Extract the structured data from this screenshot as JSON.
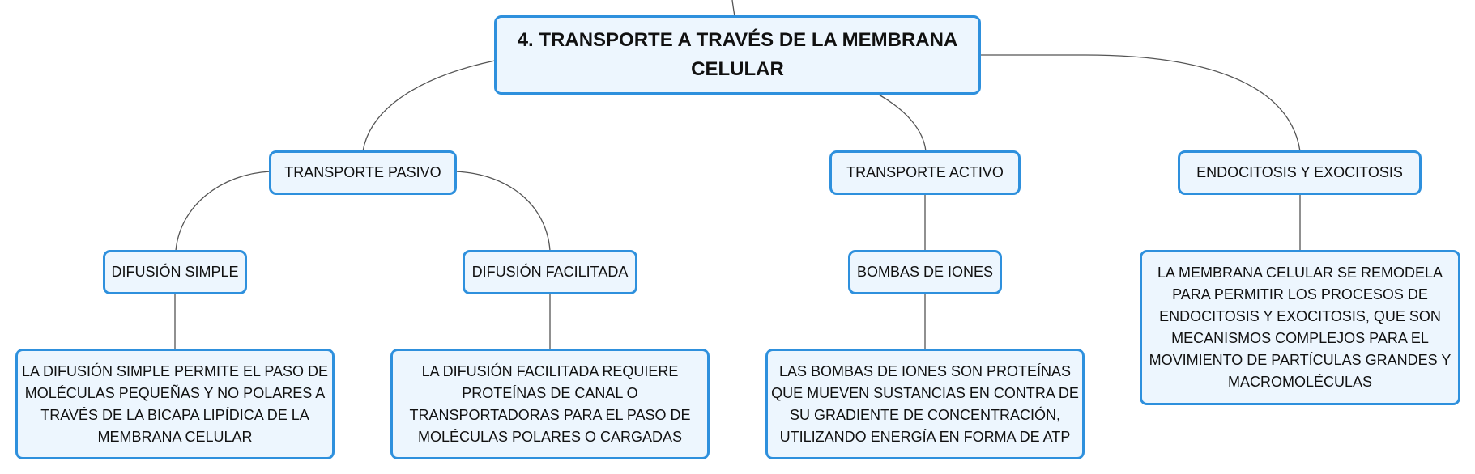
{
  "root": {
    "label": "4. TRANSPORTE A TRAVÉS DE LA MEMBRANA CELULAR"
  },
  "branches": {
    "pasivo": {
      "label": "TRANSPORTE PASIVO",
      "simple": {
        "label": "DIFUSIÓN SIMPLE",
        "desc": "LA DIFUSIÓN SIMPLE PERMITE EL PASO DE MOLÉCULAS PEQUEÑAS Y NO POLARES A TRAVÉS DE LA BICAPA LIPÍDICA DE LA MEMBRANA CELULAR"
      },
      "facilitada": {
        "label": "DIFUSIÓN FACILITADA",
        "desc": "LA DIFUSIÓN FACILITADA REQUIERE PROTEÍNAS DE CANAL O TRANSPORTADORAS PARA EL PASO DE MOLÉCULAS POLARES O CARGADAS"
      }
    },
    "activo": {
      "label": "TRANSPORTE ACTIVO",
      "bombas": {
        "label": "BOMBAS DE IONES",
        "desc": "LAS BOMBAS DE IONES SON PROTEÍNAS QUE MUEVEN SUSTANCIAS EN CONTRA DE SU GRADIENTE DE CONCENTRACIÓN, UTILIZANDO ENERGÍA EN FORMA DE ATP"
      }
    },
    "endo": {
      "label": "ENDOCITOSIS Y EXOCITOSIS",
      "desc": "LA MEMBRANA CELULAR SE REMODELA PARA PERMITIR LOS PROCESOS DE ENDOCITOSIS Y EXOCITOSIS, QUE SON MECANISMOS COMPLEJOS PARA EL MOVIMIENTO DE PARTÍCULAS GRANDES Y MACROMOLÉCULAS"
    }
  }
}
